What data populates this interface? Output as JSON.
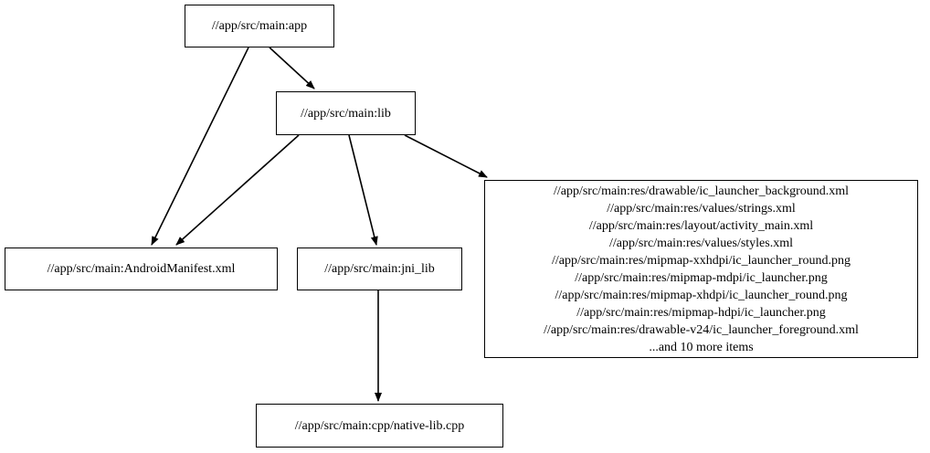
{
  "graph": {
    "type": "directed-dependency-graph",
    "background_color": "#ffffff",
    "node_border_color": "#000000",
    "edge_color": "#000000",
    "text_color": "#000000",
    "nodes": [
      {
        "id": "app",
        "label": "//app/src/main:app"
      },
      {
        "id": "lib",
        "label": "//app/src/main:lib"
      },
      {
        "id": "manifest",
        "label": "//app/src/main:AndroidManifest.xml"
      },
      {
        "id": "jni_lib",
        "label": "//app/src/main:jni_lib"
      },
      {
        "id": "res_group",
        "label": "//app/src/main:res/drawable/ic_launcher_background.xml\n//app/src/main:res/values/strings.xml\n//app/src/main:res/layout/activity_main.xml\n//app/src/main:res/values/styles.xml\n//app/src/main:res/mipmap-xxhdpi/ic_launcher_round.png\n//app/src/main:res/mipmap-mdpi/ic_launcher.png\n//app/src/main:res/mipmap-xhdpi/ic_launcher_round.png\n//app/src/main:res/mipmap-hdpi/ic_launcher.png\n//app/src/main:res/drawable-v24/ic_launcher_foreground.xml\n...and 10 more items",
        "lines": [
          "//app/src/main:res/drawable/ic_launcher_background.xml",
          "//app/src/main:res/values/strings.xml",
          "//app/src/main:res/layout/activity_main.xml",
          "//app/src/main:res/values/styles.xml",
          "//app/src/main:res/mipmap-xxhdpi/ic_launcher_round.png",
          "//app/src/main:res/mipmap-mdpi/ic_launcher.png",
          "//app/src/main:res/mipmap-xhdpi/ic_launcher_round.png",
          "//app/src/main:res/mipmap-hdpi/ic_launcher.png",
          "//app/src/main:res/drawable-v24/ic_launcher_foreground.xml",
          "...and 10 more items"
        ]
      },
      {
        "id": "native_lib",
        "label": "//app/src/main:cpp/native-lib.cpp"
      }
    ],
    "edges": [
      {
        "from": "app",
        "to": "lib"
      },
      {
        "from": "app",
        "to": "manifest"
      },
      {
        "from": "lib",
        "to": "manifest"
      },
      {
        "from": "lib",
        "to": "jni_lib"
      },
      {
        "from": "lib",
        "to": "res_group"
      },
      {
        "from": "jni_lib",
        "to": "native_lib"
      }
    ]
  }
}
